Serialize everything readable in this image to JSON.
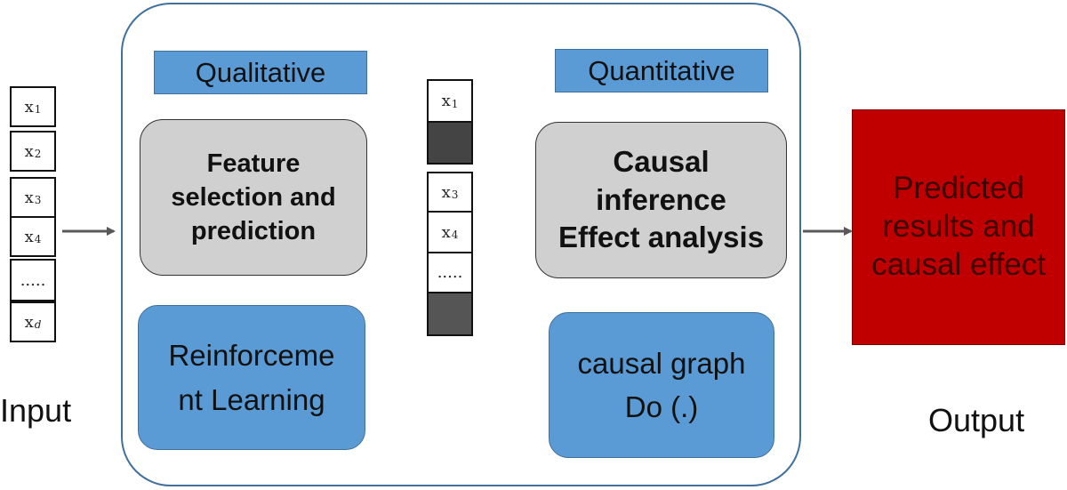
{
  "input_label": "Input",
  "output_label": "Output",
  "input_features": [
    {
      "base": "x",
      "sub": "1"
    },
    {
      "base": "x",
      "sub": "2"
    },
    {
      "base": "x",
      "sub": "3"
    },
    {
      "base": "x",
      "sub": "4"
    },
    {
      "base": "....."
    },
    {
      "base": "x",
      "sub": "d"
    }
  ],
  "selected_features": [
    {
      "base": "x",
      "sub": "1"
    },
    {
      "shade": "dark"
    },
    {
      "base": "x",
      "sub": "3"
    },
    {
      "base": "x",
      "sub": "4"
    },
    {
      "base": "....."
    },
    {
      "shade": "dark"
    }
  ],
  "qualitative": {
    "header": "Qualitative",
    "process": "Feature\nselection and\nprediction",
    "method": "Reinforceme\nnt Learning"
  },
  "quantitative": {
    "header": "Quantitative",
    "process": "Causal\ninference\nEffect analysis",
    "method": "causal graph\nDo (.)"
  },
  "output": "Predicted\nresults and\ncausal effect",
  "colors": {
    "blue": "#5b9bd5",
    "gray": "#d0d0d0",
    "red": "#c00000",
    "frame": "#41709c",
    "arrow": "#595959"
  }
}
